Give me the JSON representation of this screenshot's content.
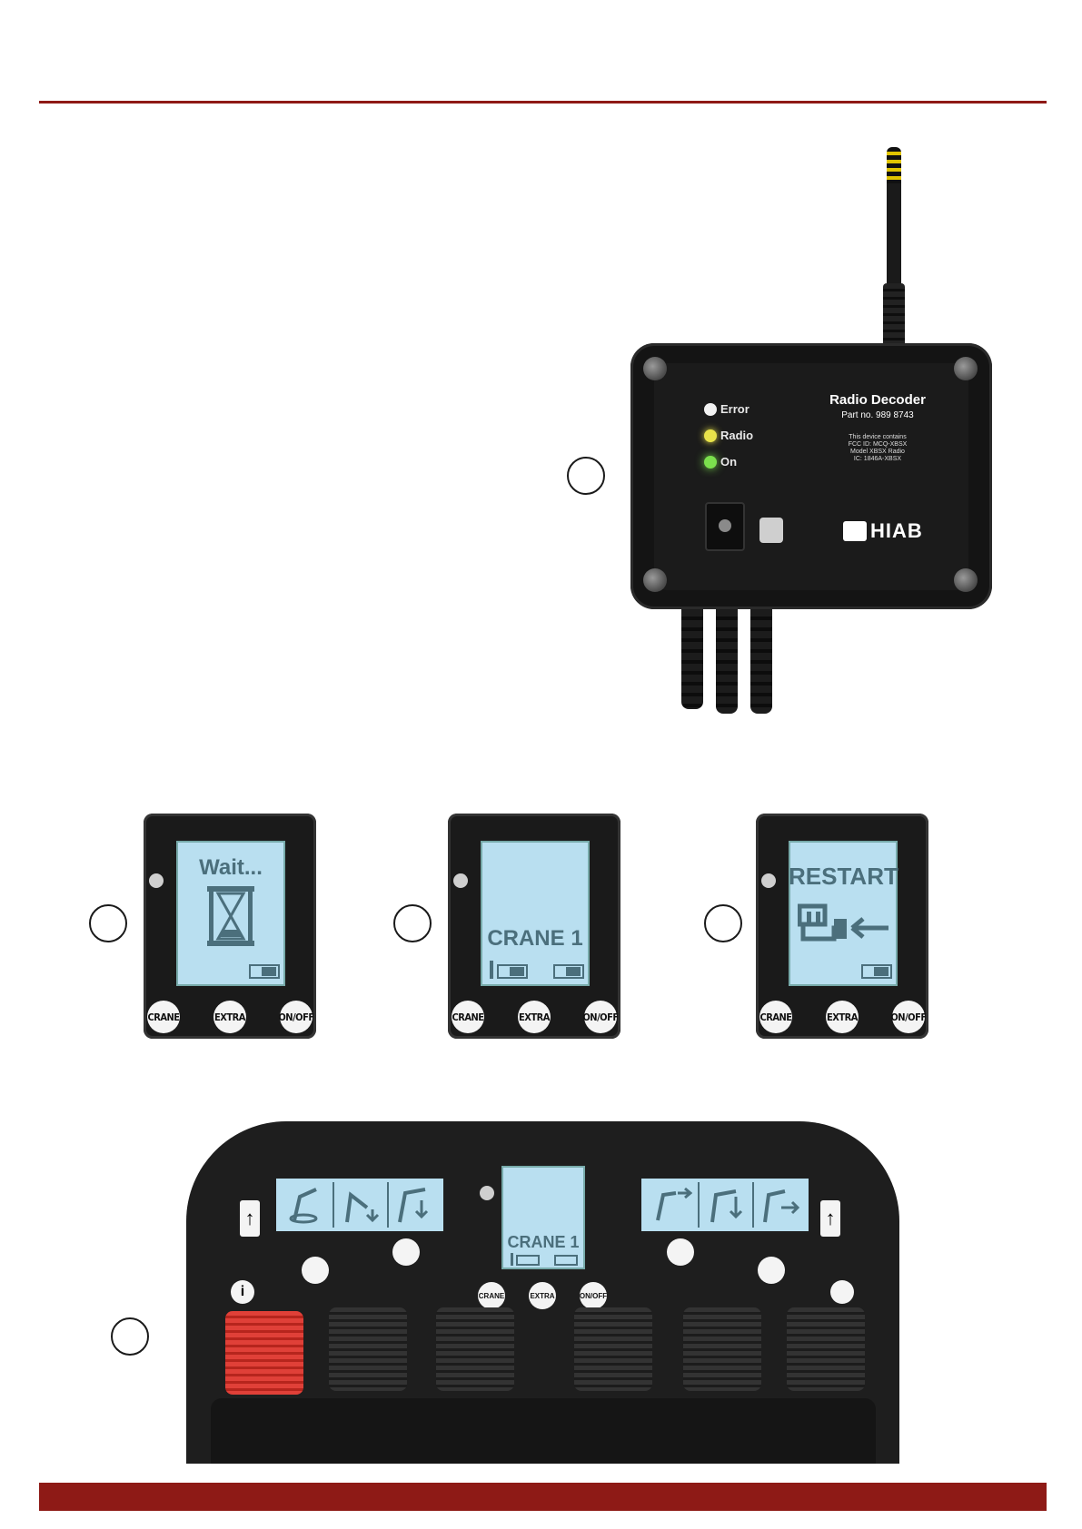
{
  "decoder": {
    "leds": [
      {
        "label": "Error",
        "color": "#f2f2f2"
      },
      {
        "label": "Radio",
        "color": "#e8e34a"
      },
      {
        "label": "On",
        "color": "#7be04d"
      }
    ],
    "title": "Radio Decoder",
    "part_no": "Part no. 989 8743",
    "fine_print": [
      "This device contains",
      "FCC ID: MCQ-XBSX",
      "Model XBSX Radio",
      "IC: 1846A-XBSX"
    ],
    "brand": "HIAB"
  },
  "remotes": [
    {
      "screen_text": "Wait...",
      "buttons": [
        "CRANE",
        "EXTRA",
        "ON/OFF"
      ]
    },
    {
      "screen_text": "CRANE 1",
      "buttons": [
        "CRANE",
        "EXTRA",
        "ON/OFF"
      ]
    },
    {
      "screen_text": "RESTART",
      "buttons": [
        "CRANE",
        "EXTRA",
        "ON/OFF"
      ]
    }
  ],
  "panel": {
    "screen_text": "CRANE 1",
    "buttons": [
      "CRANE",
      "EXTRA",
      "ON/OFF"
    ]
  },
  "colors": {
    "accent": "#8e1a16",
    "lcd": "#b9dff0"
  }
}
